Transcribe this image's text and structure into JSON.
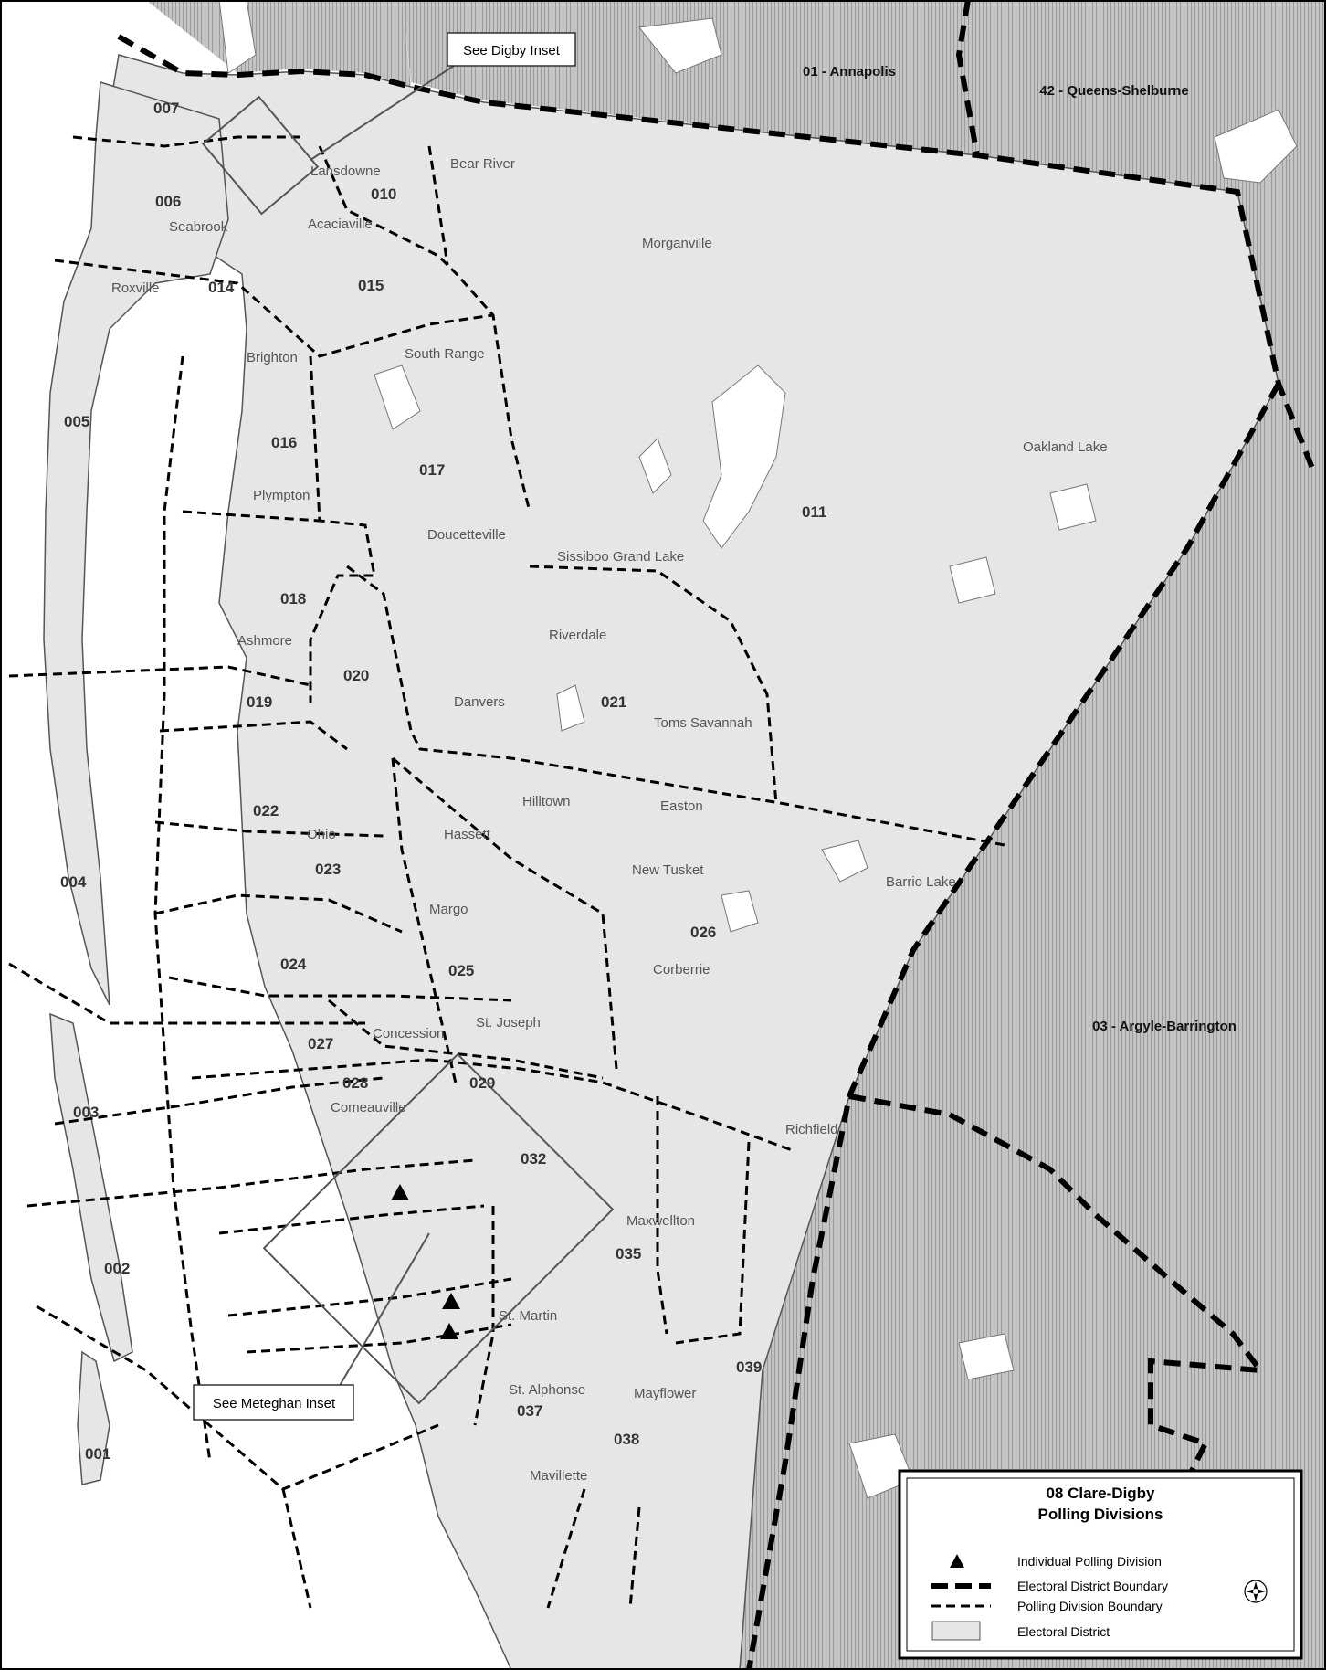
{
  "legend": {
    "title_line1": "08  Clare-Digby",
    "title_line2": "Polling Divisions",
    "items": [
      {
        "label": "Individual Polling Division"
      },
      {
        "label": "Electoral District Boundary"
      },
      {
        "label": "Polling Division Boundary"
      },
      {
        "label": "Electoral District"
      }
    ]
  },
  "callouts": {
    "digby_inset": "See Digby Inset",
    "meteghan_inset": "See Meteghan Inset"
  },
  "neighbor_districts": {
    "annapolis": "01 - Annapolis",
    "queens_shelburne": "42 - Queens-Shelburne",
    "argyle_barrington": "03 - Argyle-Barrington"
  },
  "places": {
    "lansdowne": "Lansdowne",
    "bear_river": "Bear River",
    "acaciaville": "Acaciaville",
    "seabrook": "Seabrook",
    "roxville": "Roxville",
    "morganville": "Morganville",
    "brighton": "Brighton",
    "south_range": "South Range",
    "plympton": "Plympton",
    "oakland_lake": "Oakland Lake",
    "doucetteville": "Doucetteville",
    "sissiboo_grand_lake": "Sissiboo Grand Lake",
    "riverdale": "Riverdale",
    "ashmore": "Ashmore",
    "danvers": "Danvers",
    "toms_savannah": "Toms Savannah",
    "hilltown": "Hilltown",
    "easton": "Easton",
    "ohio": "Ohio",
    "hassett": "Hassett",
    "new_tusket": "New Tusket",
    "barrio_lake": "Barrio Lake",
    "margo": "Margo",
    "corberrie": "Corberrie",
    "concession": "Concession",
    "st_joseph": "St. Joseph",
    "comeauville": "Comeauville",
    "richfield": "Richfield",
    "maxwellton": "Maxwellton",
    "st_martin": "St. Martin",
    "st_alphonse": "St. Alphonse",
    "mayflower": "Mayflower",
    "mavillette": "Mavillette"
  },
  "polls": {
    "p001": "001",
    "p002": "002",
    "p003": "003",
    "p004": "004",
    "p005": "005",
    "p006": "006",
    "p007": "007",
    "p010": "010",
    "p011": "011",
    "p014": "014",
    "p015": "015",
    "p016": "016",
    "p017": "017",
    "p018": "018",
    "p019": "019",
    "p020": "020",
    "p021": "021",
    "p022": "022",
    "p023": "023",
    "p024": "024",
    "p025": "025",
    "p026": "026",
    "p027": "027",
    "p028": "028",
    "p029": "029",
    "p032": "032",
    "p035": "035",
    "p037": "037",
    "p038": "038",
    "p039": "039"
  },
  "colors": {
    "land": "#e6e6e6",
    "outside": "#b9b9b9",
    "water": "#ffffff",
    "boundary": "#000000"
  }
}
